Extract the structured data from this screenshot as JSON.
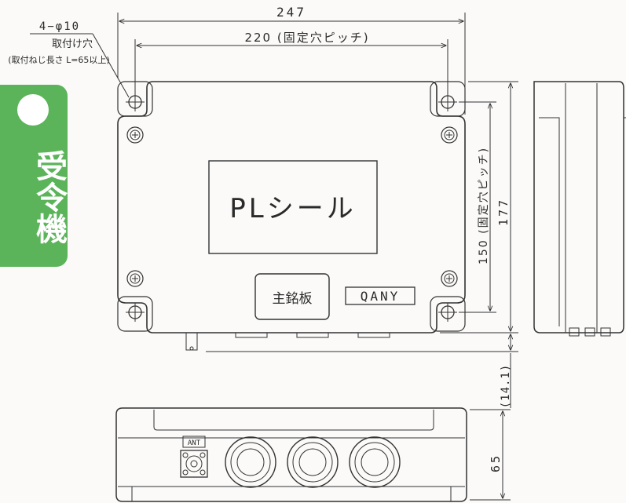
{
  "side_tab": {
    "label": "受令機"
  },
  "dimensions": {
    "overall_width": "247",
    "hole_pitch_width": "220 (固定穴ピッチ)",
    "hole_pitch_height": "150 (固定穴ピッチ)",
    "overall_height": "177",
    "offset": "(14.1)",
    "depth": "65"
  },
  "hole_callout": {
    "spec": "4−φ10",
    "name": "取付け穴",
    "note": "(取付ねじ長さ L=65以上)"
  },
  "labels": {
    "pl_seal": "PLシール",
    "nameplate": "主銘板",
    "brand": "QANY",
    "antenna": "ANT"
  },
  "colors": {
    "accent": "#5bb45a",
    "line": "#333333"
  }
}
